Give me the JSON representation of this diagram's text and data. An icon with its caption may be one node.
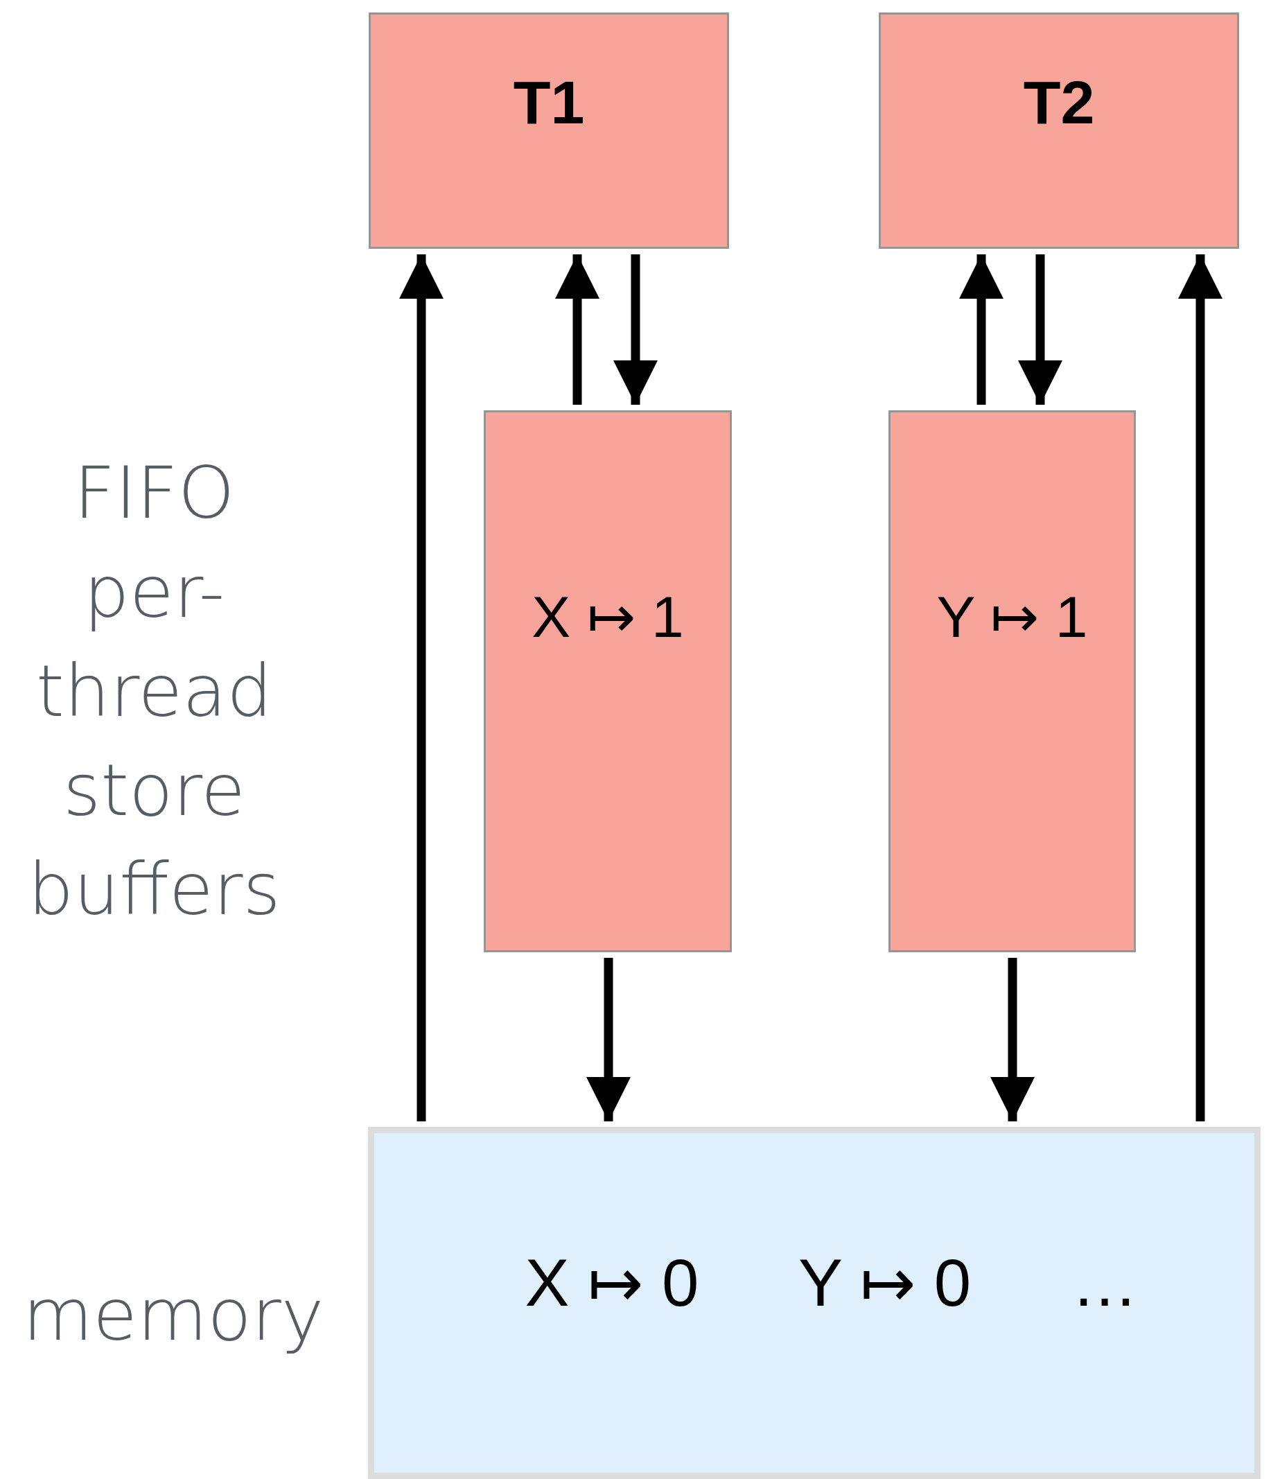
{
  "diagram": {
    "nodes": [
      {
        "text": [
          "T1"
        ]
      },
      {
        "text": [
          "T2"
        ]
      },
      {
        "text": [
          "X ↦ 1"
        ]
      },
      {
        "text": [
          "Y ↦ 1"
        ]
      },
      {
        "text": [
          "X ↦ 0",
          "Y ↦ 0",
          "…"
        ]
      }
    ],
    "edges": [
      {
        "from": 4,
        "to": 0,
        "arrow": "to"
      },
      {
        "from": 2,
        "to": 0,
        "arrow": "to"
      },
      {
        "from": 0,
        "to": 2,
        "arrow": "to"
      },
      {
        "from": 2,
        "to": 4,
        "arrow": "to"
      },
      {
        "from": 3,
        "to": 1,
        "arrow": "to"
      },
      {
        "from": 1,
        "to": 3,
        "arrow": "to"
      },
      {
        "from": 3,
        "to": 4,
        "arrow": "to"
      },
      {
        "from": 4,
        "to": 1,
        "arrow": "to"
      }
    ],
    "labels": [
      "FIFO per-thread store buffers",
      "memory"
    ]
  }
}
